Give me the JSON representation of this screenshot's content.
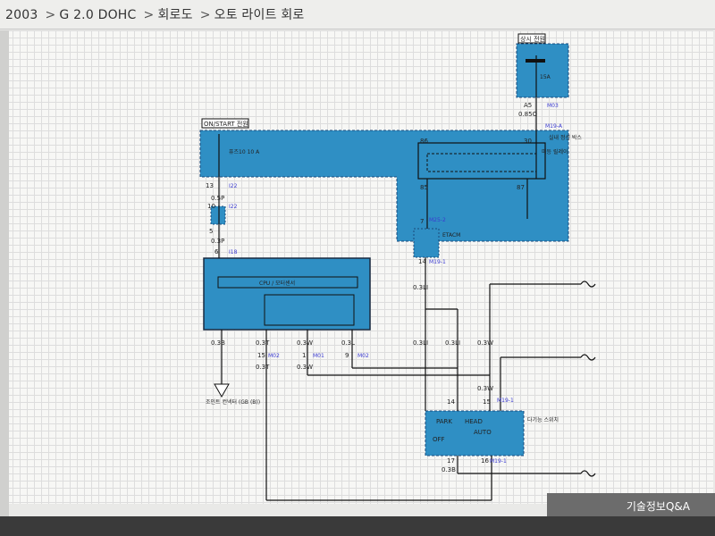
{
  "breadcrumb": {
    "year": "2003",
    "engine": "G 2.0 DOHC",
    "section": "회로도",
    "page": "오토 라이트 회로",
    "separator": ">"
  },
  "footer": {
    "label": "기술정보Q&A"
  },
  "diagram": {
    "always_power_label": "상시 전원",
    "on_start_label": "ON/START 전원",
    "fuse_box_label": "실내 정션 박스",
    "fuse1": "퓨즈10\n10 A",
    "fuse_top": "15A",
    "etacm_label": "ETACM",
    "cpu_label": "CPU / 모터센서",
    "connector_m03": "M03",
    "connector_i22": "I22",
    "connector_i18": "I18",
    "connector_m02": "M02",
    "connector_m01": "M01",
    "connector_m19a": "M19-A",
    "connector_m19b": "M19-1",
    "connector_m25": "M25-2",
    "wire_05p": "0.5P",
    "wire_03p": "0.3P",
    "wire_085o": "0.85O",
    "wire_03b": "0.3B",
    "wire_03t": "0.3T",
    "wire_03w": "0.3W",
    "wire_03l": "0.3L",
    "wire_03li": "0.3LI",
    "switch_park": "PARK",
    "switch_head": "HEAD",
    "switch_off": "OFF",
    "switch_auto": "AUTO",
    "ground_label": "조인트 컨넥터\n(GB (B))",
    "switch_box_label": "다기능 스위치",
    "relay_label": "미등 릴레이",
    "pin_a5": "A5",
    "pin_13": "13",
    "pin_10": "10",
    "pin_5": "5",
    "pin_6": "6",
    "pin_14": "14",
    "pin_7": "7",
    "pin_86": "86",
    "pin_85": "85",
    "pin_87": "87",
    "pin_30": "30",
    "pin_15": "15",
    "pin_1": "1",
    "pin_9": "9",
    "pin_17": "17",
    "pin_16": "16"
  }
}
